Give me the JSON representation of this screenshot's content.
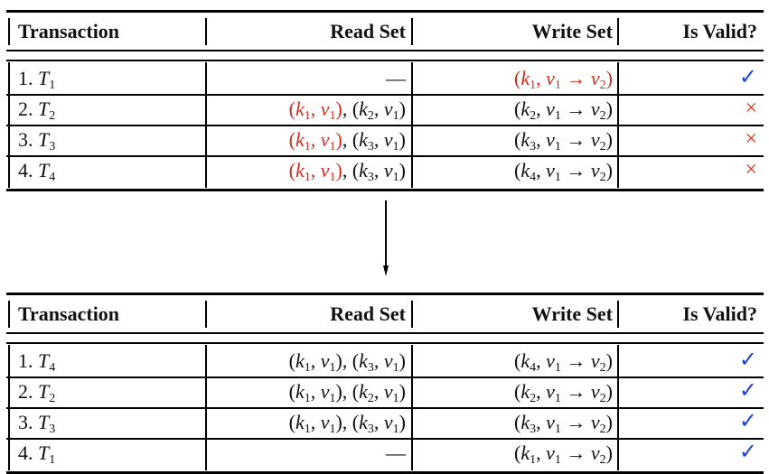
{
  "headers": {
    "transaction": "Transaction",
    "read_set": "Read Set",
    "write_set": "Write Set",
    "valid": "Is Valid?"
  },
  "tables": [
    {
      "rows": [
        {
          "num": "1.",
          "tx": "T",
          "tx_sub": "1",
          "read": "—",
          "read_highlight": "none",
          "write": "(k1, v1 → v2)",
          "write_red": true,
          "valid": "✓",
          "valid_state": "valid"
        },
        {
          "num": "2.",
          "tx": "T",
          "tx_sub": "2",
          "read": "(k1, v1), (k2, v1)",
          "read_highlight": "first",
          "write": "(k2, v1 → v2)",
          "write_red": false,
          "valid": "×",
          "valid_state": "invalid"
        },
        {
          "num": "3.",
          "tx": "T",
          "tx_sub": "3",
          "read": "(k1, v1), (k3, v1)",
          "read_highlight": "first",
          "write": "(k3, v1 → v2)",
          "write_red": false,
          "valid": "×",
          "valid_state": "invalid"
        },
        {
          "num": "4.",
          "tx": "T",
          "tx_sub": "4",
          "read": "(k1, v1), (k3, v1)",
          "read_highlight": "first",
          "write": "(k4, v1 → v2)",
          "write_red": false,
          "valid": "×",
          "valid_state": "invalid"
        }
      ]
    },
    {
      "rows": [
        {
          "num": "1.",
          "tx": "T",
          "tx_sub": "4",
          "read": "(k1, v1), (k3, v1)",
          "read_highlight": "none",
          "write": "(k4, v1 → v2)",
          "write_red": false,
          "valid": "✓",
          "valid_state": "valid"
        },
        {
          "num": "2.",
          "tx": "T",
          "tx_sub": "2",
          "read": "(k1, v1), (k2, v1)",
          "read_highlight": "none",
          "write": "(k2, v1 → v2)",
          "write_red": false,
          "valid": "✓",
          "valid_state": "valid"
        },
        {
          "num": "3.",
          "tx": "T",
          "tx_sub": "3",
          "read": "(k1, v1), (k3, v1)",
          "read_highlight": "none",
          "write": "(k3, v1 → v2)",
          "write_red": false,
          "valid": "✓",
          "valid_state": "valid"
        },
        {
          "num": "4.",
          "tx": "T",
          "tx_sub": "1",
          "read": "—",
          "read_highlight": "none",
          "write": "(k1, v1 → v2)",
          "write_red": false,
          "valid": "✓",
          "valid_state": "valid"
        }
      ]
    }
  ],
  "colors": {
    "highlight": "#d62b1f",
    "valid": "#1a3fd8",
    "invalid": "#e0301e"
  }
}
